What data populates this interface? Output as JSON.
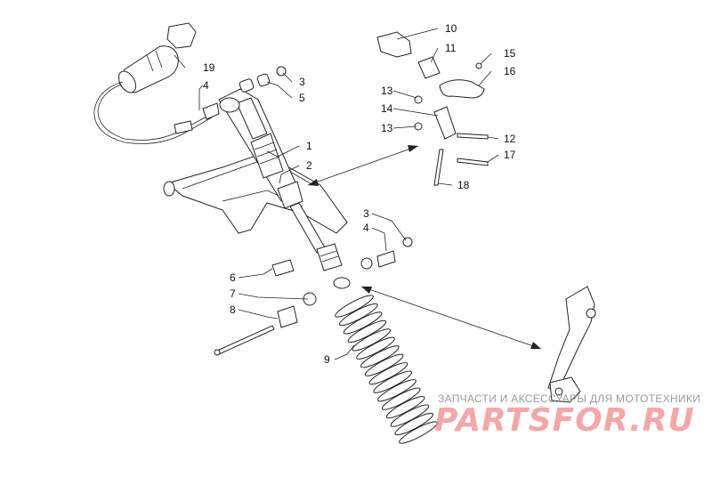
{
  "callouts": [
    {
      "id": "c1",
      "text": "1"
    },
    {
      "id": "c2",
      "text": "2"
    },
    {
      "id": "c3a",
      "text": "3"
    },
    {
      "id": "c3b",
      "text": "3"
    },
    {
      "id": "c4a",
      "text": "4"
    },
    {
      "id": "c4b",
      "text": "4"
    },
    {
      "id": "c5",
      "text": "5"
    },
    {
      "id": "c6",
      "text": "6"
    },
    {
      "id": "c7",
      "text": "7"
    },
    {
      "id": "c8",
      "text": "8"
    },
    {
      "id": "c9",
      "text": "9"
    },
    {
      "id": "c10",
      "text": "10"
    },
    {
      "id": "c11",
      "text": "11"
    },
    {
      "id": "c12",
      "text": "12"
    },
    {
      "id": "c13a",
      "text": "13"
    },
    {
      "id": "c13b",
      "text": "13"
    },
    {
      "id": "c14",
      "text": "14"
    },
    {
      "id": "c15",
      "text": "15"
    },
    {
      "id": "c16",
      "text": "16"
    },
    {
      "id": "c17",
      "text": "17"
    },
    {
      "id": "c18",
      "text": "18"
    },
    {
      "id": "c19",
      "text": "19"
    }
  ],
  "watermark": {
    "line1": "ЗАПЧАСТИ И АКСЕССУАРЫ ДЛЯ МОТОТЕХНИКИ",
    "line2": "PARTSFOR.RU"
  }
}
